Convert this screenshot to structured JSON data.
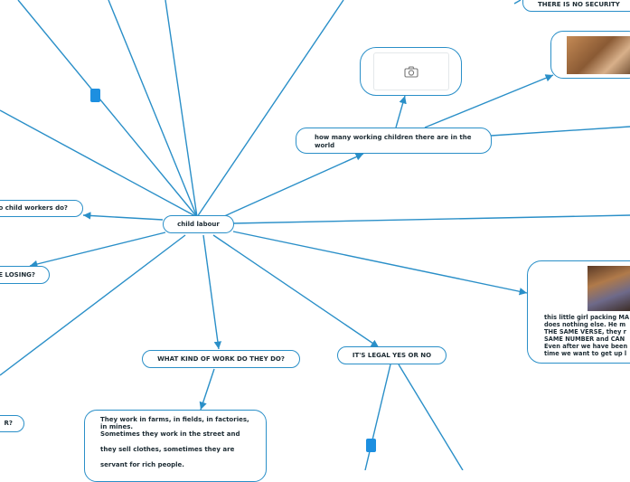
{
  "central": "child labour",
  "nodes": {
    "top_right_fragment": "THERE IS NO SECURITY",
    "how_many": "how many working children there are in the world",
    "what_do": "o child workers do?",
    "losing": "E LOSING?",
    "what_kind": "WHAT KIND OF WORK DO THEY DO?",
    "legal": "IT'S LEGAL YES OR NO",
    "bottom_left_fragment": "R?",
    "work_text": {
      "line1": "They work in farms, in fields, in factories,",
      "line2": "in mines.",
      "line3": "Sometimes they work in the street and",
      "line4": "they sell clothes, sometimes they are",
      "line5": "servant for rich people."
    },
    "girl_text": {
      "line1": "this little girl packing MA",
      "line2": "does nothing else. He m",
      "line3": "THE SAME VERSE, they r",
      "line4": "SAME NUMBER and CAN",
      "line5": "Even after we have been",
      "line6": "time we want to get up l"
    }
  },
  "icons": {
    "camera": "camera-icon",
    "handle": "drag-handle-icon"
  },
  "colors": {
    "link": "#2a8fc8",
    "handle": "#1d8fe0"
  }
}
